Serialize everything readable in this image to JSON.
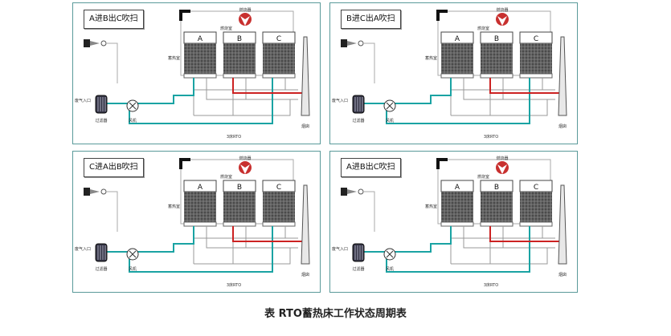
{
  "caption": "表 RTO蓄热床工作状态周期表",
  "labels": {
    "chamber_a": "A",
    "chamber_b": "B",
    "chamber_c": "C",
    "combustion_chamber": "燃烧室",
    "burner": "燃烧器",
    "regenerator": "蓄热室",
    "chimney": "烟囱",
    "fan": "风机",
    "filter": "过滤器",
    "inlet": "废气入口",
    "rto": "3床RTO"
  },
  "panels": [
    {
      "mode": "A进B出C吹扫"
    },
    {
      "mode": "B进C出A吹扫"
    },
    {
      "mode": "C进A出B吹扫"
    },
    {
      "mode": "A进B出C吹扫"
    }
  ],
  "colors": {
    "inlet_line": "#1aa3a3",
    "outlet_line": "#cc2222",
    "frame": "#5a9a9a"
  }
}
